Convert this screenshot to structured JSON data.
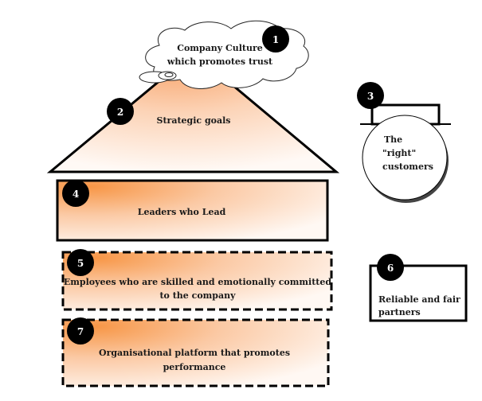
{
  "diagram": {
    "colors": {
      "accent_orange": "#F79646",
      "fade_white": "#FFF7F1",
      "stroke": "#000000",
      "badge": "#000000",
      "badge_text": "#FFFFFF"
    },
    "items": {
      "culture": {
        "number": "1",
        "line1": "Company Culture",
        "line2": "which promotes trust",
        "shape": "cloud"
      },
      "goals": {
        "number": "2",
        "label": "Strategic goals",
        "shape": "triangle-roof"
      },
      "customers": {
        "number": "3",
        "line1": "The",
        "line2": "\"right\"",
        "line3": "customers",
        "shape": "circle-with-bar"
      },
      "leaders": {
        "number": "4",
        "label": "Leaders who Lead",
        "shape": "solid-rectangle"
      },
      "employees": {
        "number": "5",
        "line1": "Employees who are skilled and emotionally committed",
        "line2": "to the company",
        "shape": "dashed-rectangle"
      },
      "partners": {
        "number": "6",
        "line1": "Reliable and fair",
        "line2": "partners",
        "shape": "solid-rectangle"
      },
      "platform": {
        "number": "7",
        "line1": "Organisational platform that promotes",
        "line2": "performance",
        "shape": "dashed-rectangle"
      }
    }
  }
}
